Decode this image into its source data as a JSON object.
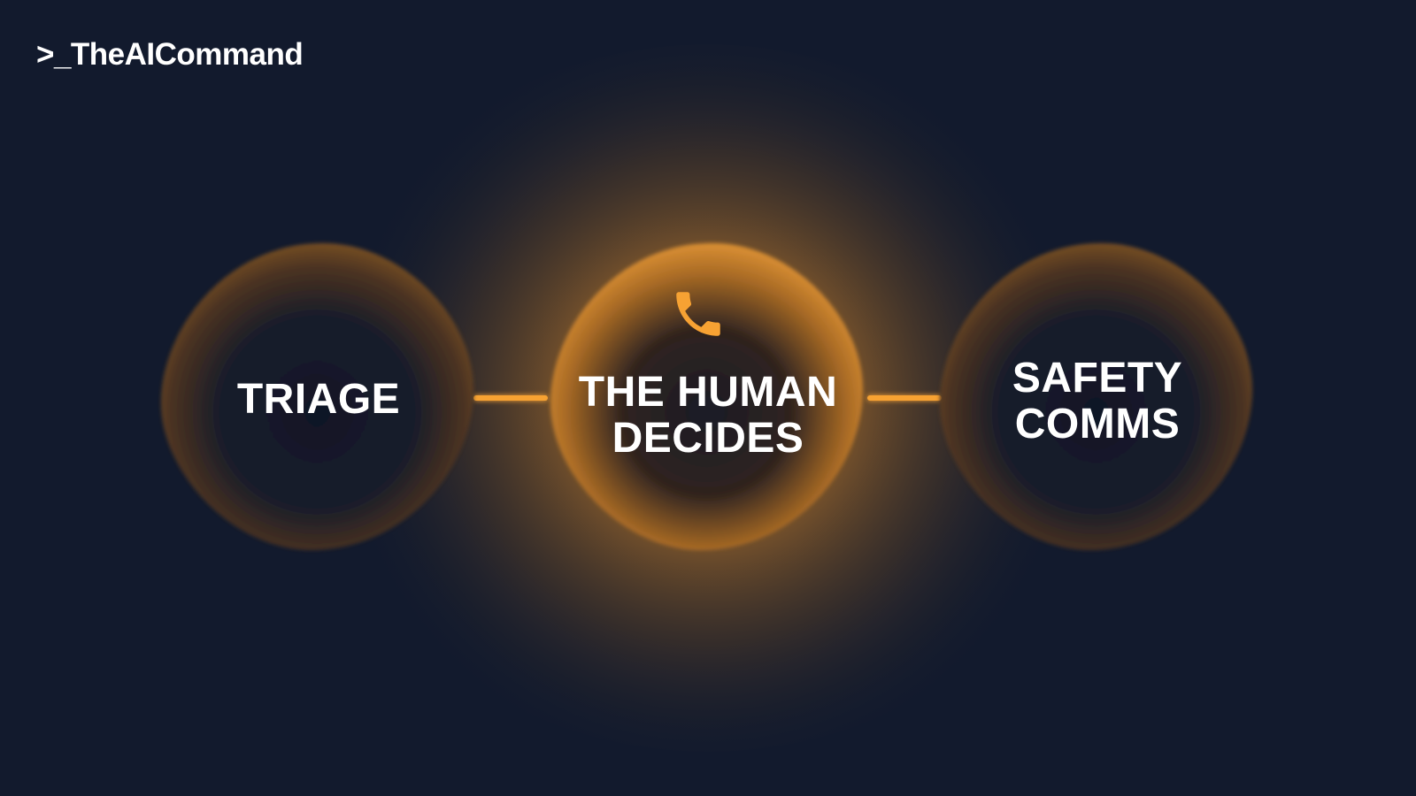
{
  "brand": {
    "name": ">_TheAICommand"
  },
  "colors": {
    "background": "#121a2d",
    "accent": "#f7a233",
    "text": "#ffffff"
  },
  "diagram": {
    "nodes": [
      {
        "id": "triage",
        "lines": [
          "TRIAGE"
        ],
        "highlighted": false,
        "icon": ""
      },
      {
        "id": "human",
        "lines": [
          "THE HUMAN",
          "DECIDES"
        ],
        "highlighted": true,
        "icon": "phone-icon"
      },
      {
        "id": "safety",
        "lines": [
          "SAFETY",
          "COMMS"
        ],
        "highlighted": false,
        "icon": ""
      }
    ],
    "edges": [
      {
        "from": "triage",
        "to": "human"
      },
      {
        "from": "human",
        "to": "safety"
      }
    ]
  }
}
